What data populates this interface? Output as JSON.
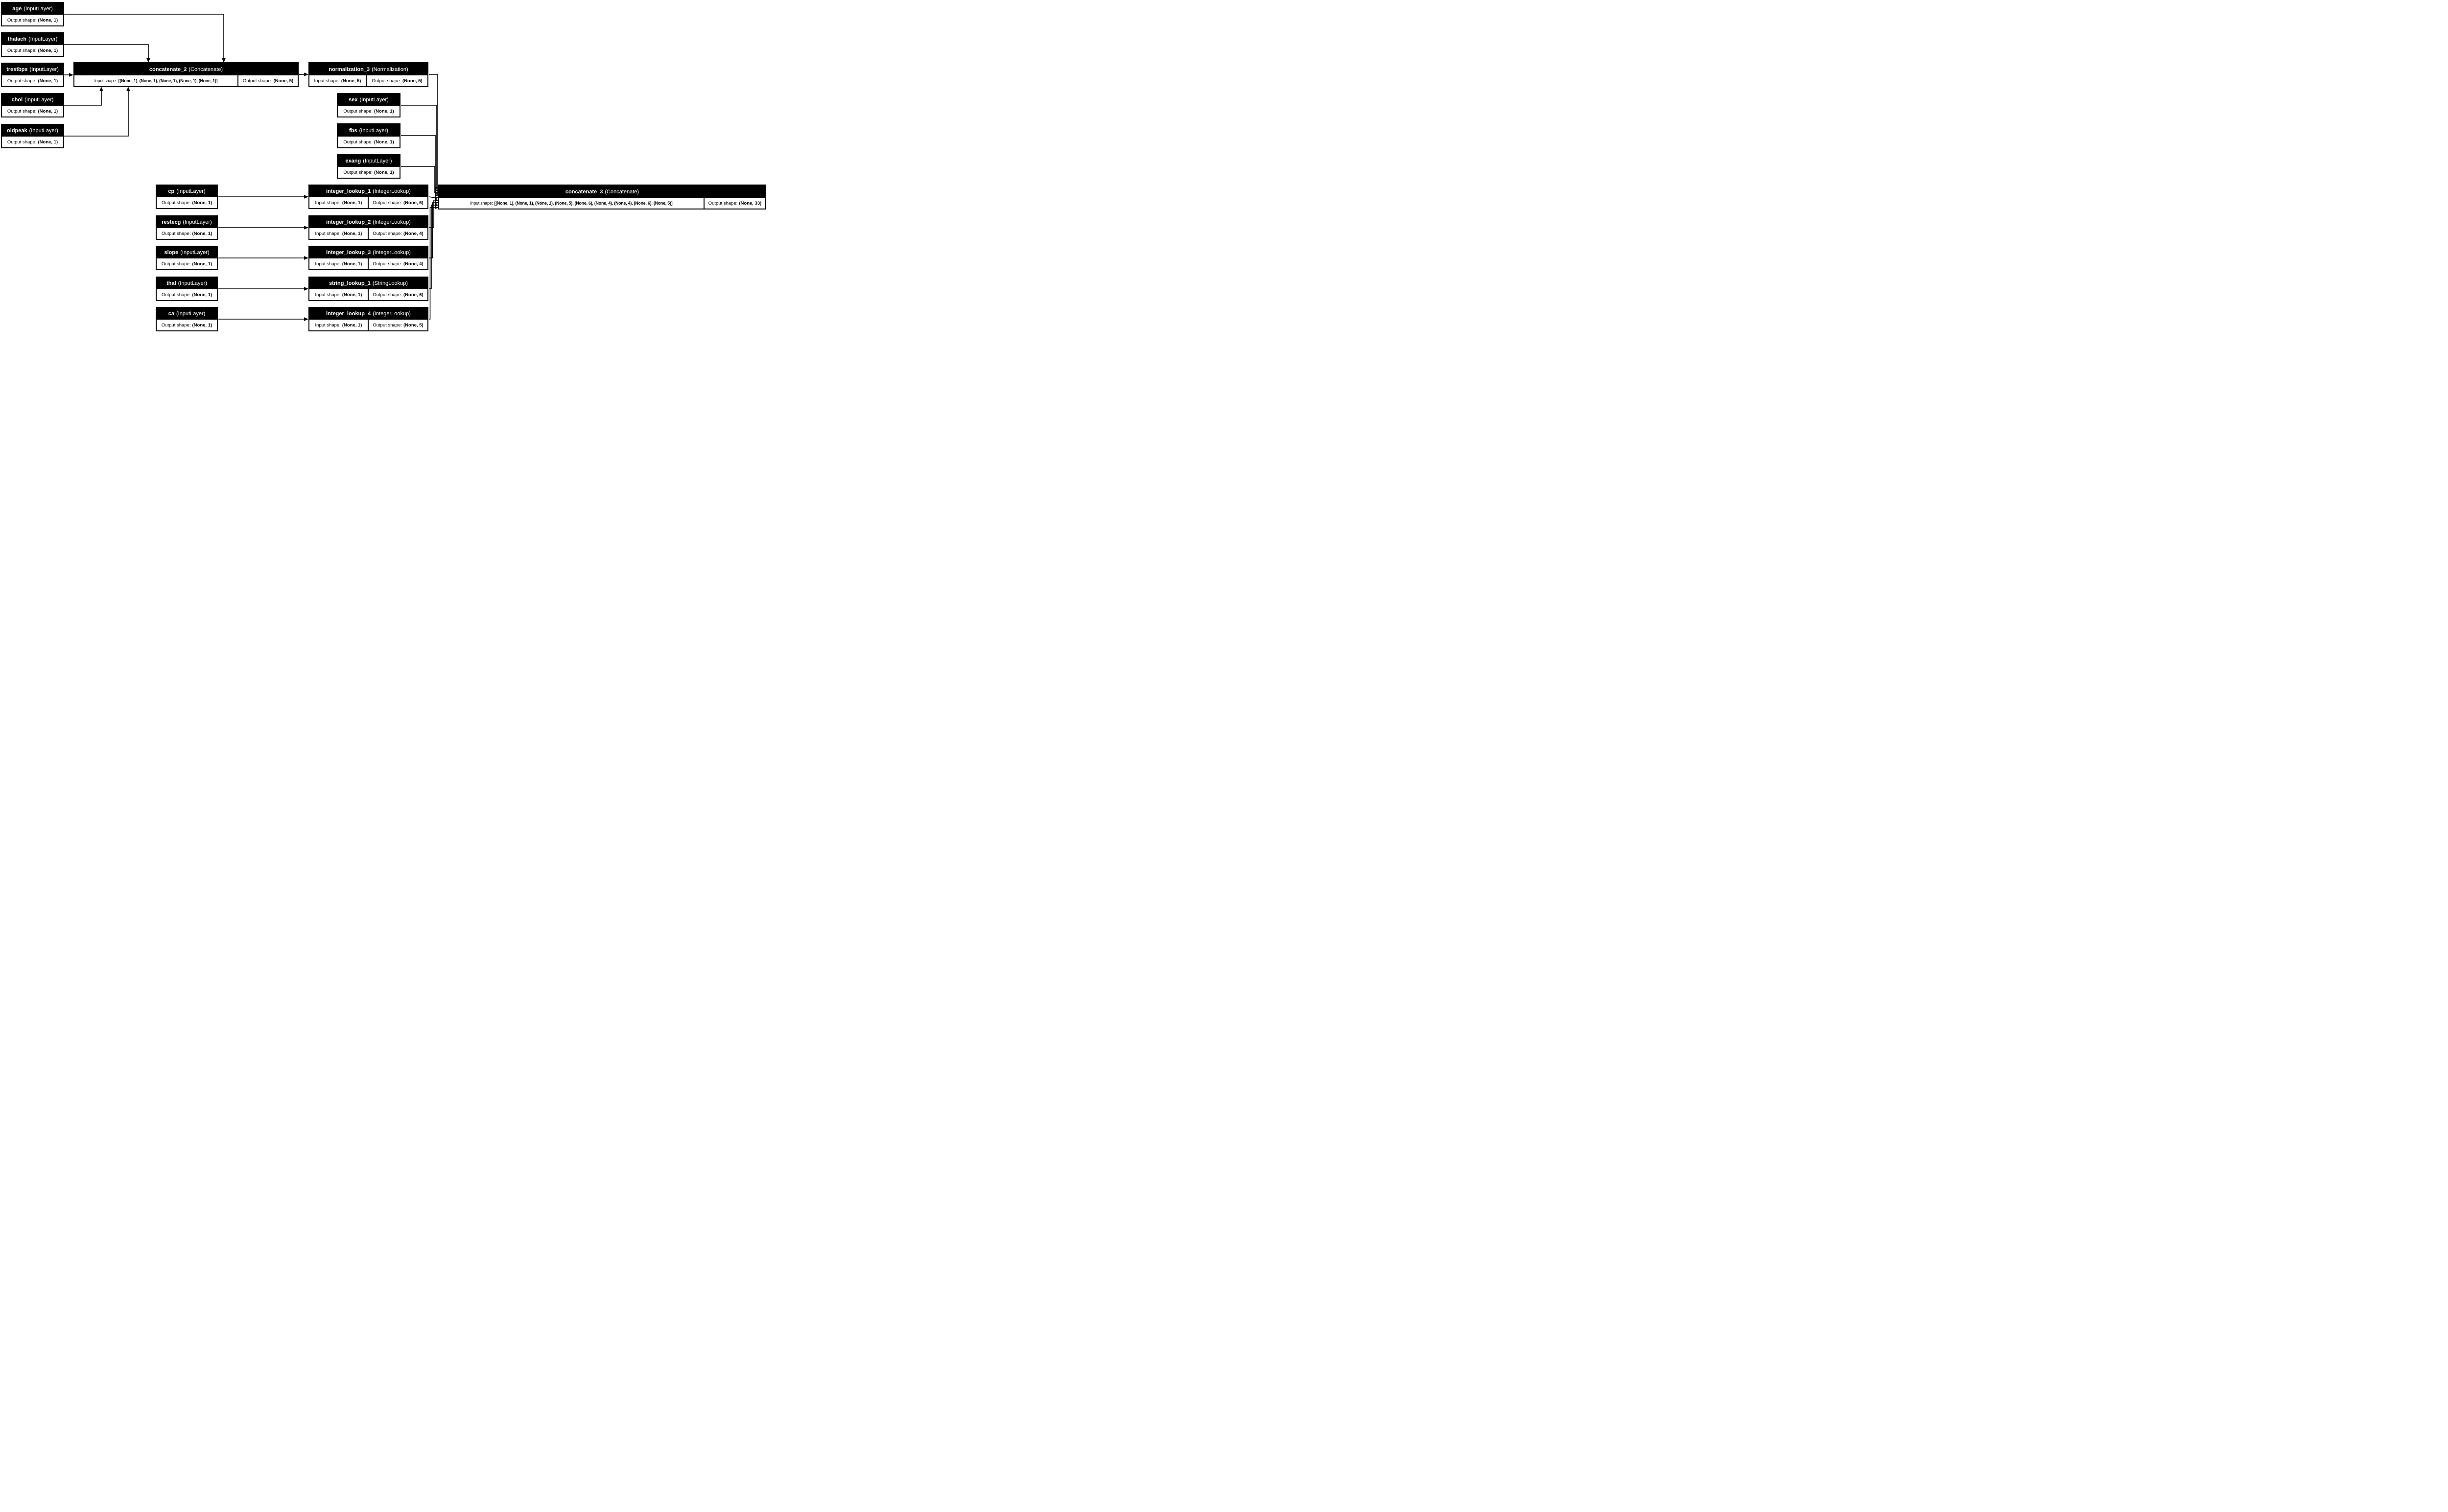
{
  "labels": {
    "input_shape": "Input shape:",
    "output_shape": "Output shape:"
  },
  "colors": {
    "node_fill": "#000000",
    "node_text": "#ffffff",
    "cell_fill": "#ffffff",
    "cell_text": "#000000",
    "edge": "#000000",
    "background": "#ffffff"
  },
  "nodes": {
    "age": {
      "name": "age",
      "type_label": "(InputLayer)",
      "output_shape": "(None, 1)"
    },
    "thalach": {
      "name": "thalach",
      "type_label": "(InputLayer)",
      "output_shape": "(None, 1)"
    },
    "trestbps": {
      "name": "trestbps",
      "type_label": "(InputLayer)",
      "output_shape": "(None, 1)"
    },
    "chol": {
      "name": "chol",
      "type_label": "(InputLayer)",
      "output_shape": "(None, 1)"
    },
    "oldpeak": {
      "name": "oldpeak",
      "type_label": "(InputLayer)",
      "output_shape": "(None, 1)"
    },
    "sex": {
      "name": "sex",
      "type_label": "(InputLayer)",
      "output_shape": "(None, 1)"
    },
    "fbs": {
      "name": "fbs",
      "type_label": "(InputLayer)",
      "output_shape": "(None, 1)"
    },
    "exang": {
      "name": "exang",
      "type_label": "(InputLayer)",
      "output_shape": "(None, 1)"
    },
    "cp": {
      "name": "cp",
      "type_label": "(InputLayer)",
      "output_shape": "(None, 1)"
    },
    "restecg": {
      "name": "restecg",
      "type_label": "(InputLayer)",
      "output_shape": "(None, 1)"
    },
    "slope": {
      "name": "slope",
      "type_label": "(InputLayer)",
      "output_shape": "(None, 1)"
    },
    "thal": {
      "name": "thal",
      "type_label": "(InputLayer)",
      "output_shape": "(None, 1)"
    },
    "ca": {
      "name": "ca",
      "type_label": "(InputLayer)",
      "output_shape": "(None, 1)"
    },
    "concatenate_2": {
      "name": "concatenate_2",
      "type_label": "(Concatenate)",
      "input_shape": "[(None, 1), (None, 1), (None, 1), (None, 1), (None, 1)]",
      "output_shape": "(None, 5)"
    },
    "normalization_3": {
      "name": "normalization_3",
      "type_label": "(Normalization)",
      "input_shape": "(None, 5)",
      "output_shape": "(None, 5)"
    },
    "integer_lookup_1": {
      "name": "integer_lookup_1",
      "type_label": "(IntegerLookup)",
      "input_shape": "(None, 1)",
      "output_shape": "(None, 6)"
    },
    "integer_lookup_2": {
      "name": "integer_lookup_2",
      "type_label": "(IntegerLookup)",
      "input_shape": "(None, 1)",
      "output_shape": "(None, 4)"
    },
    "integer_lookup_3": {
      "name": "integer_lookup_3",
      "type_label": "(IntegerLookup)",
      "input_shape": "(None, 1)",
      "output_shape": "(None, 4)"
    },
    "string_lookup_1": {
      "name": "string_lookup_1",
      "type_label": "(StringLookup)",
      "input_shape": "(None, 1)",
      "output_shape": "(None, 6)"
    },
    "integer_lookup_4": {
      "name": "integer_lookup_4",
      "type_label": "(IntegerLookup)",
      "input_shape": "(None, 1)",
      "output_shape": "(None, 5)"
    },
    "concatenate_3": {
      "name": "concatenate_3",
      "type_label": "(Concatenate)",
      "input_shape": "[(None, 1), (None, 1), (None, 1), (None, 5), (None, 6), (None, 4), (None, 4), (None, 6), (None, 5)]",
      "output_shape": "(None, 33)"
    }
  },
  "edges": [
    {
      "from": "age",
      "to": "concatenate_2"
    },
    {
      "from": "thalach",
      "to": "concatenate_2"
    },
    {
      "from": "trestbps",
      "to": "concatenate_2"
    },
    {
      "from": "chol",
      "to": "concatenate_2"
    },
    {
      "from": "oldpeak",
      "to": "concatenate_2"
    },
    {
      "from": "concatenate_2",
      "to": "normalization_3"
    },
    {
      "from": "normalization_3",
      "to": "concatenate_3"
    },
    {
      "from": "sex",
      "to": "concatenate_3"
    },
    {
      "from": "fbs",
      "to": "concatenate_3"
    },
    {
      "from": "exang",
      "to": "concatenate_3"
    },
    {
      "from": "cp",
      "to": "integer_lookup_1"
    },
    {
      "from": "restecg",
      "to": "integer_lookup_2"
    },
    {
      "from": "slope",
      "to": "integer_lookup_3"
    },
    {
      "from": "thal",
      "to": "string_lookup_1"
    },
    {
      "from": "ca",
      "to": "integer_lookup_4"
    },
    {
      "from": "integer_lookup_1",
      "to": "concatenate_3"
    },
    {
      "from": "integer_lookup_2",
      "to": "concatenate_3"
    },
    {
      "from": "integer_lookup_3",
      "to": "concatenate_3"
    },
    {
      "from": "string_lookup_1",
      "to": "concatenate_3"
    },
    {
      "from": "integer_lookup_4",
      "to": "concatenate_3"
    }
  ]
}
